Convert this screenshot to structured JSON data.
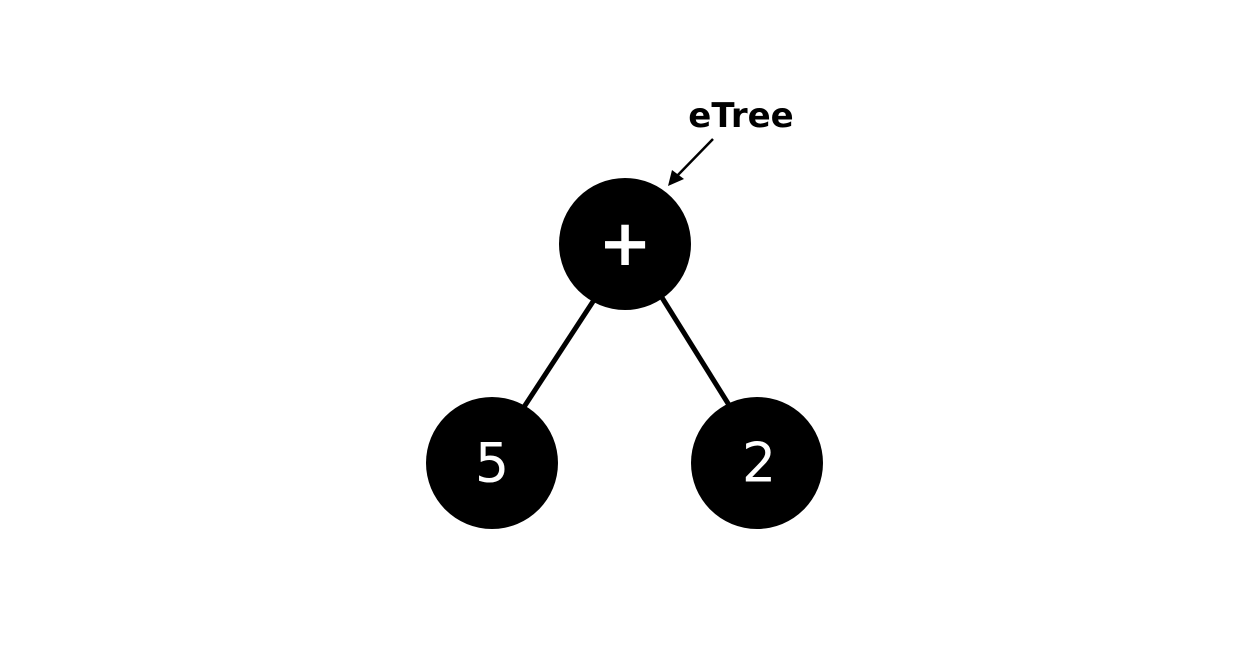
{
  "tree": {
    "label": "eTree",
    "root": {
      "value": "+"
    },
    "left": {
      "value": "5"
    },
    "right": {
      "value": "2"
    }
  }
}
